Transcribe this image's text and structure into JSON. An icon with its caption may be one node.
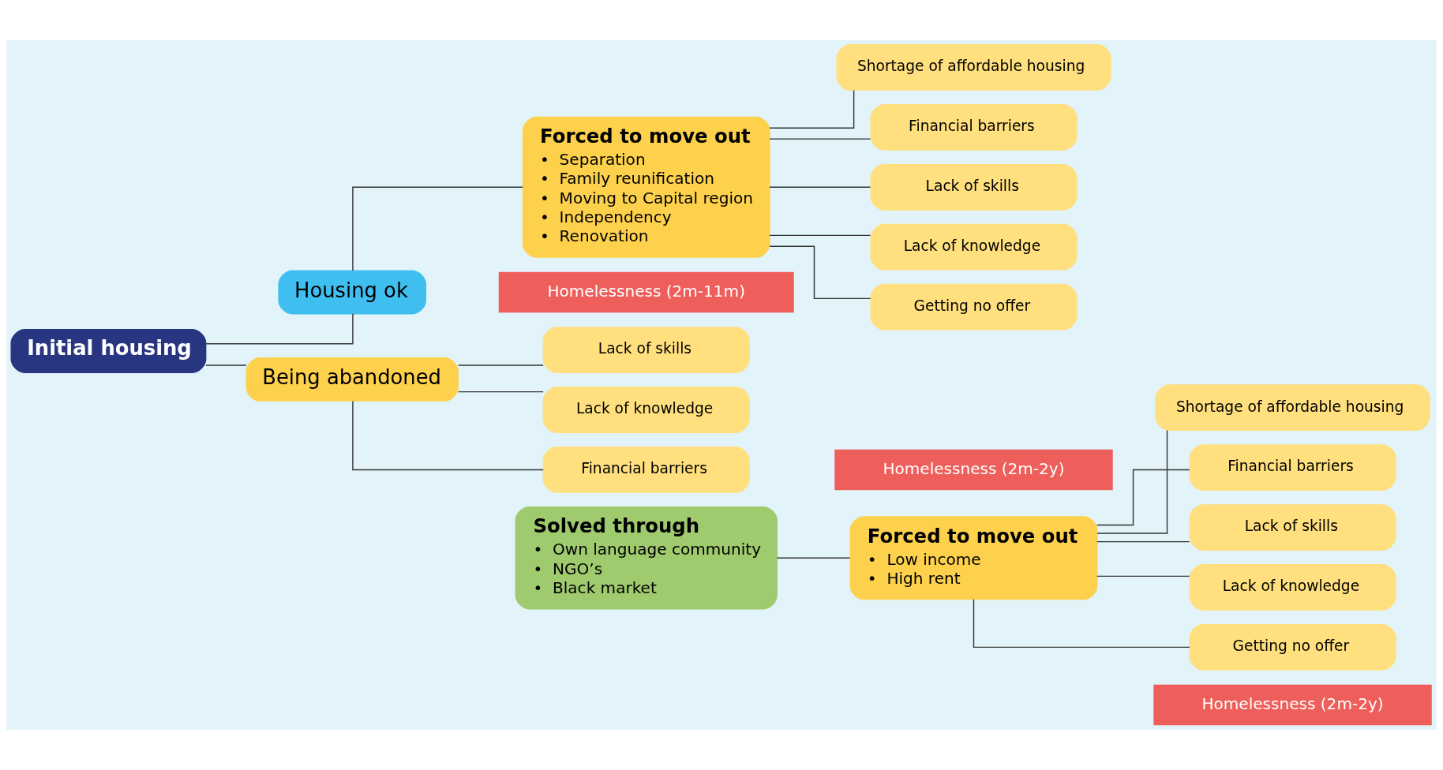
{
  "diagram": {
    "nodes": [
      {
        "text": [
          "Initial housing"
        ]
      },
      {
        "text": [
          "Housing ok"
        ]
      },
      {
        "text": [
          "Forced to move out",
          "•  Separation",
          "•  Family reunification",
          "•  Moving to Capital region",
          "•  Independency",
          "•  Renovation"
        ]
      },
      {
        "text": [
          "Shortage of affordable housing"
        ]
      },
      {
        "text": [
          "Financial barriers"
        ]
      },
      {
        "text": [
          "Lack of skills"
        ]
      },
      {
        "text": [
          "Lack of knowledge"
        ]
      },
      {
        "text": [
          "Getting no offer"
        ]
      },
      {
        "text": [
          "Being abandoned"
        ]
      },
      {
        "text": [
          "Lack of skills"
        ]
      },
      {
        "text": [
          "Lack of knowledge"
        ]
      },
      {
        "text": [
          "Financial barriers"
        ]
      },
      {
        "text": [
          "Solved through",
          "•  Own language community",
          "•  NGO’s",
          "•  Black market"
        ]
      },
      {
        "text": [
          "Forced to move out",
          "•  Low income",
          "•  High rent"
        ]
      },
      {
        "text": [
          "Shortage of affordable housing"
        ]
      },
      {
        "text": [
          "Financial barriers"
        ]
      },
      {
        "text": [
          "Lack of skills"
        ]
      },
      {
        "text": [
          "Lack of knowledge"
        ]
      },
      {
        "text": [
          "Getting no offer"
        ]
      }
    ],
    "edges": [
      {
        "from": 0,
        "to": 1,
        "arrow": "none"
      },
      {
        "from": 0,
        "to": 8,
        "arrow": "none"
      },
      {
        "from": 1,
        "to": 2,
        "arrow": "none"
      },
      {
        "from": 2,
        "to": 3,
        "arrow": "none"
      },
      {
        "from": 2,
        "to": 4,
        "arrow": "none"
      },
      {
        "from": 2,
        "to": 5,
        "arrow": "none"
      },
      {
        "from": 2,
        "to": 6,
        "arrow": "none"
      },
      {
        "from": 2,
        "to": 7,
        "arrow": "none"
      },
      {
        "from": 8,
        "to": 9,
        "arrow": "none"
      },
      {
        "from": 8,
        "to": 10,
        "arrow": "none"
      },
      {
        "from": 8,
        "to": 11,
        "arrow": "none"
      },
      {
        "from": 12,
        "to": 13,
        "arrow": "none"
      },
      {
        "from": 13,
        "to": 14,
        "arrow": "none"
      },
      {
        "from": 13,
        "to": 15,
        "arrow": "none"
      },
      {
        "from": 13,
        "to": 16,
        "arrow": "none"
      },
      {
        "from": 13,
        "to": 17,
        "arrow": "none"
      },
      {
        "from": 13,
        "to": 18,
        "arrow": "none"
      }
    ],
    "labels": [
      "Homelessness (2m-11m)",
      "Homelessness (2m-2y)",
      "Homelessness (2m-2y)"
    ]
  }
}
